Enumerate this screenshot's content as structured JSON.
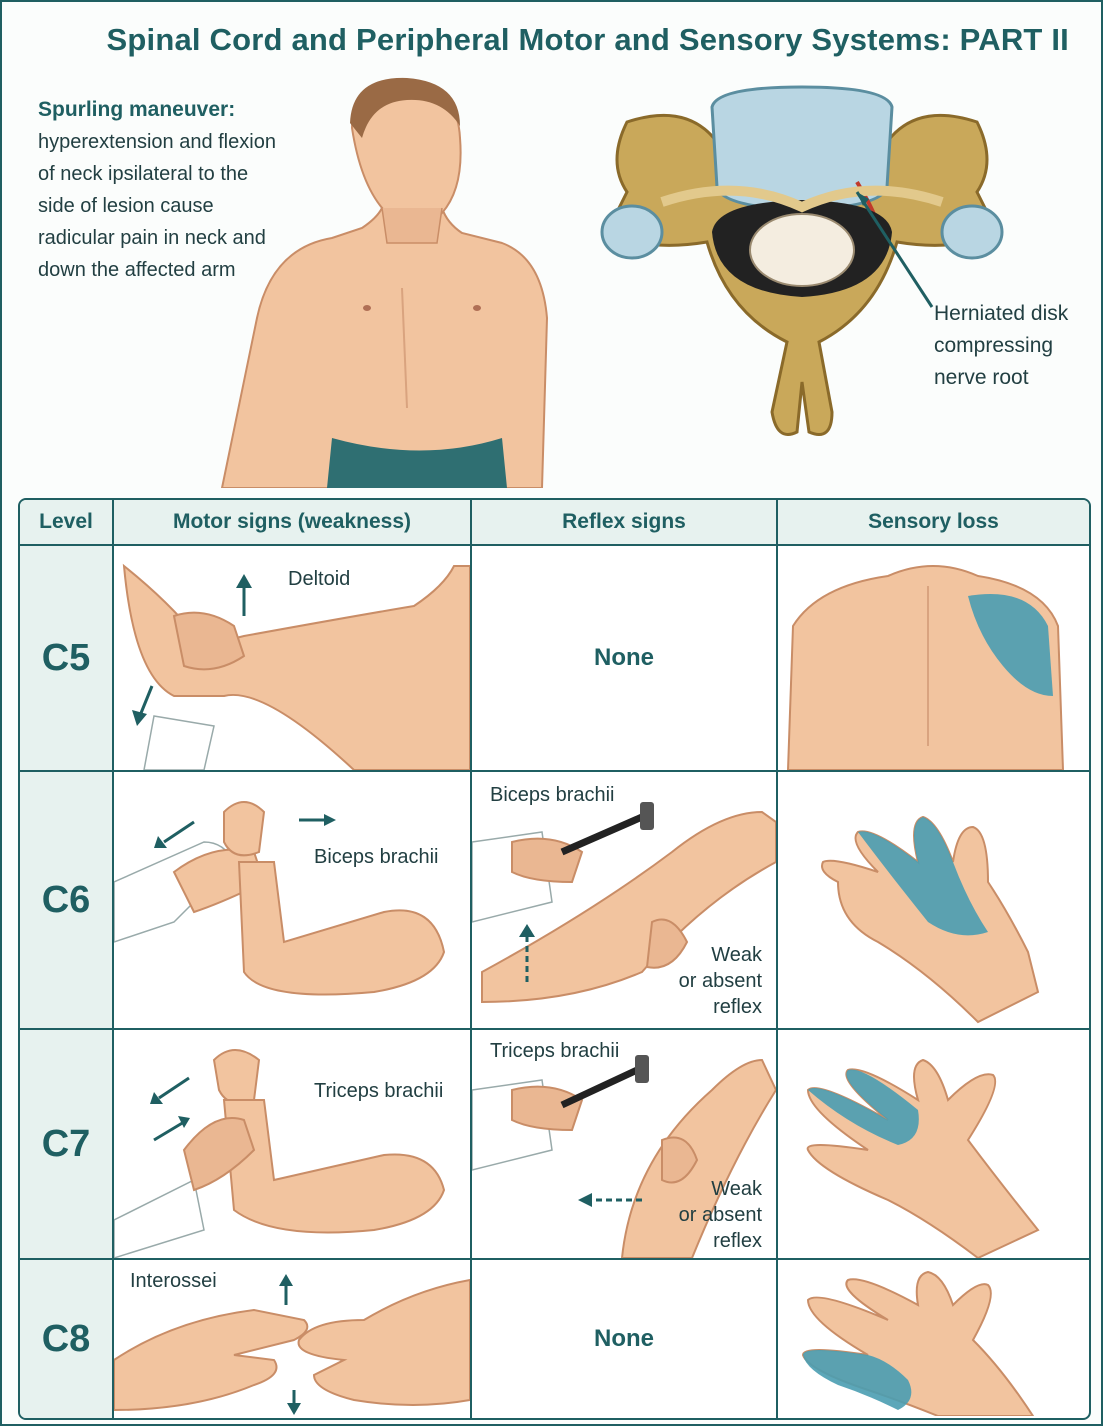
{
  "title": "Spinal Cord and Peripheral Motor and Sensory Systems: PART II",
  "spurling": {
    "heading": "Spurling maneuver:",
    "lines": [
      "hyperextension and flexion",
      "of neck ipsilateral to the",
      "side of lesion cause",
      "radicular pain in neck and",
      "down the affected arm"
    ]
  },
  "herniation_label": {
    "lines": [
      "Herniated disk",
      "compressing",
      "nerve root"
    ]
  },
  "table": {
    "headers": [
      "Level",
      "Motor signs (weakness)",
      "Reflex signs",
      "Sensory loss"
    ],
    "rows": [
      {
        "level": "C5",
        "motor": "Deltoid",
        "reflex_none": "None"
      },
      {
        "level": "C6",
        "motor": "Biceps brachii",
        "reflex_title": "Biceps brachii",
        "reflex_lines": [
          "Weak",
          "or absent",
          "reflex"
        ]
      },
      {
        "level": "C7",
        "motor": "Triceps brachii",
        "reflex_title": "Triceps brachii",
        "reflex_lines": [
          "Weak",
          "or absent",
          "reflex"
        ]
      },
      {
        "level": "C8",
        "motor": "Interossei",
        "reflex_none": "None"
      }
    ]
  },
  "colors": {
    "teal": "#1f5f62",
    "header_bg": "#e7f2ef",
    "skin": "#f2c49f",
    "sensory_blue": "#4a9db1",
    "bone": "#c9a85a"
  }
}
